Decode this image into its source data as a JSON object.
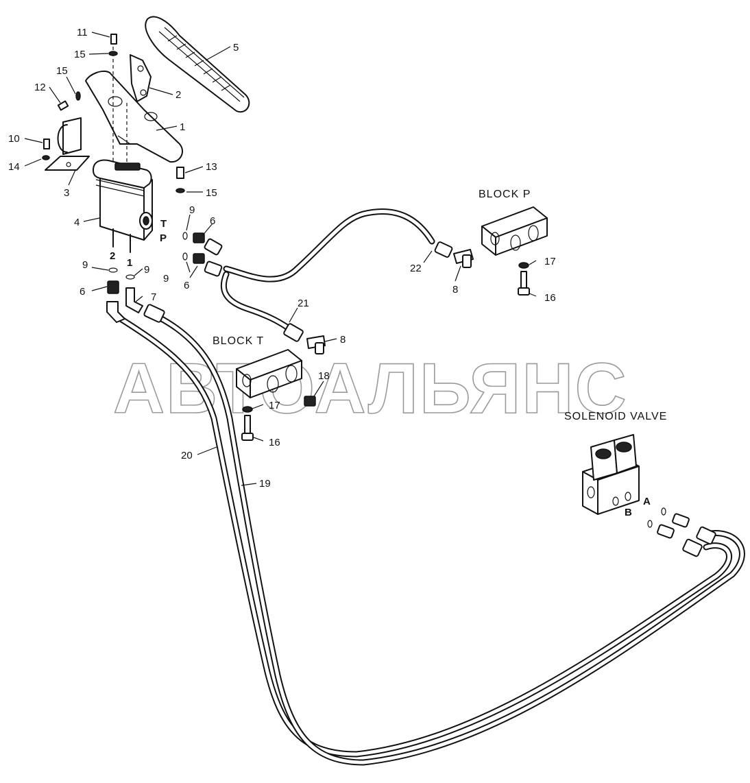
{
  "watermark": "АВТОАЛЬЯНС",
  "titles": {
    "block_p": "BLOCK  P",
    "block_t": "BLOCK  T",
    "solenoid_valve": "SOLENOID VALVE"
  },
  "ports": {
    "t": "T",
    "p": "P",
    "port_1": "1",
    "port_2": "2",
    "a": "A",
    "b": "B"
  },
  "part_labels": {
    "p11": "11",
    "p15a": "15",
    "p15b": "15",
    "p12": "12",
    "p5": "5",
    "p2": "2",
    "p1": "1",
    "p10": "10",
    "p14": "14",
    "p3": "3",
    "p13": "13",
    "p15c": "15",
    "p4": "4",
    "p9a": "9",
    "p6a": "6",
    "p9b": "9",
    "p6b": "6",
    "p9c": "9",
    "p9d": "9",
    "p6c": "6",
    "p7": "7",
    "p22": "22",
    "p8a": "8",
    "p17a": "17",
    "p16a": "16",
    "p21": "21",
    "p8b": "8",
    "p18": "18",
    "p17b": "17",
    "p16b": "16",
    "p20": "20",
    "p19": "19"
  }
}
